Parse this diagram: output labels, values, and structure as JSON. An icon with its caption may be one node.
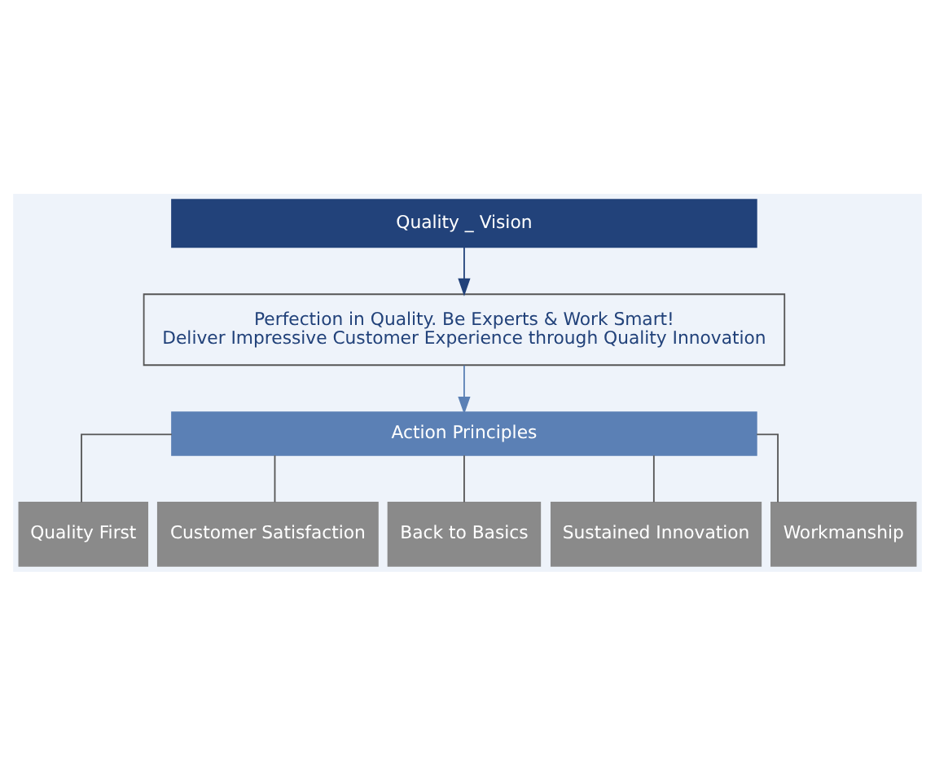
{
  "diagram": {
    "nodes": [
      {
        "text": [
          "Quality _ Vision"
        ]
      },
      {
        "text": [
          "Perfection in Quality. Be Experts & Work Smart!",
          "Deliver Impressive Customer Experience through Quality Innovation"
        ]
      },
      {
        "text": [
          "Action Principles"
        ]
      },
      {
        "text": [
          "Quality First"
        ]
      },
      {
        "text": [
          "Customer Satisfaction"
        ]
      },
      {
        "text": [
          "Back to Basics"
        ]
      },
      {
        "text": [
          "Sustained Innovation"
        ]
      },
      {
        "text": [
          "Workmanship"
        ]
      }
    ],
    "edges": [
      {
        "from": 0,
        "to": 1,
        "arrow": "to",
        "color": "#22427a"
      },
      {
        "from": 1,
        "to": 2,
        "arrow": "to",
        "color": "#5b80b5"
      },
      {
        "from": 2,
        "to": 3,
        "arrow": "none"
      },
      {
        "from": 2,
        "to": 4,
        "arrow": "none"
      },
      {
        "from": 2,
        "to": 5,
        "arrow": "none"
      },
      {
        "from": 2,
        "to": 6,
        "arrow": "none"
      },
      {
        "from": 2,
        "to": 7,
        "arrow": "none"
      }
    ]
  }
}
